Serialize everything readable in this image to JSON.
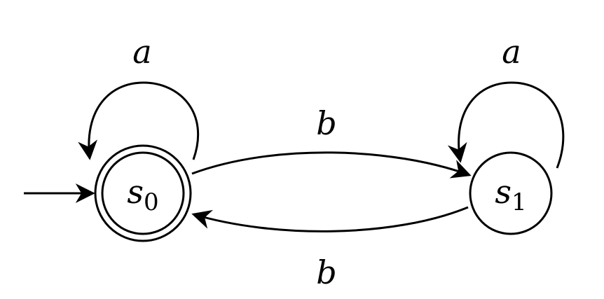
{
  "states": [
    {
      "id": "s0",
      "letter": "s",
      "index": "0",
      "initial": true,
      "accepting": true
    },
    {
      "id": "s1",
      "letter": "s",
      "index": "1",
      "initial": false,
      "accepting": false
    }
  ],
  "transitions": [
    {
      "from": "s0",
      "to": "s0",
      "label": "a"
    },
    {
      "from": "s1",
      "to": "s1",
      "label": "a"
    },
    {
      "from": "s0",
      "to": "s1",
      "label": "b"
    },
    {
      "from": "s1",
      "to": "s0",
      "label": "b"
    }
  ],
  "colors": {
    "stroke": "#000000",
    "background": "#ffffff"
  }
}
